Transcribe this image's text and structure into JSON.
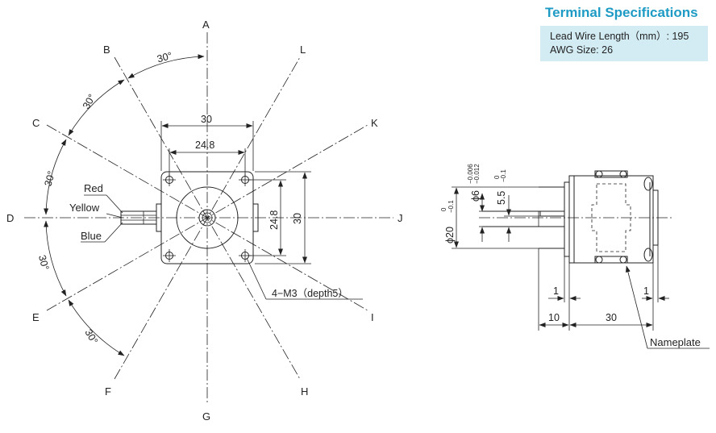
{
  "spec": {
    "title": "Terminal Specifications",
    "lead_wire": "Lead Wire Length（mm）: 195",
    "awg": "AWG Size: 26"
  },
  "front_view": {
    "directions": [
      "A",
      "B",
      "C",
      "D",
      "E",
      "F",
      "G",
      "H",
      "I",
      "J",
      "K",
      "L"
    ],
    "angles": [
      "30°",
      "30°",
      "30°",
      "30°",
      "30°"
    ],
    "wires": [
      "Red",
      "Yellow",
      "Blue"
    ],
    "dims": {
      "outer_width": "30",
      "hole_width": "24.8",
      "hole_height": "24.8",
      "outer_height": "30",
      "screw": "4−M3（depth5）"
    }
  },
  "side_view": {
    "dims": {
      "shaft_dia": "ϕ6",
      "shaft_tol_upper": "−0.006",
      "shaft_tol_lower": "−0.012",
      "flat": "5.5",
      "flat_tol_upper": "0",
      "flat_tol_lower": "−0.1",
      "boss_dia": "ϕ20",
      "boss_tol_upper": "0",
      "boss_tol_lower": "−0.1",
      "gap_left": "1",
      "gap_right": "1",
      "shaft_len": "10",
      "body_len": "30"
    },
    "nameplate": "Nameplate"
  }
}
